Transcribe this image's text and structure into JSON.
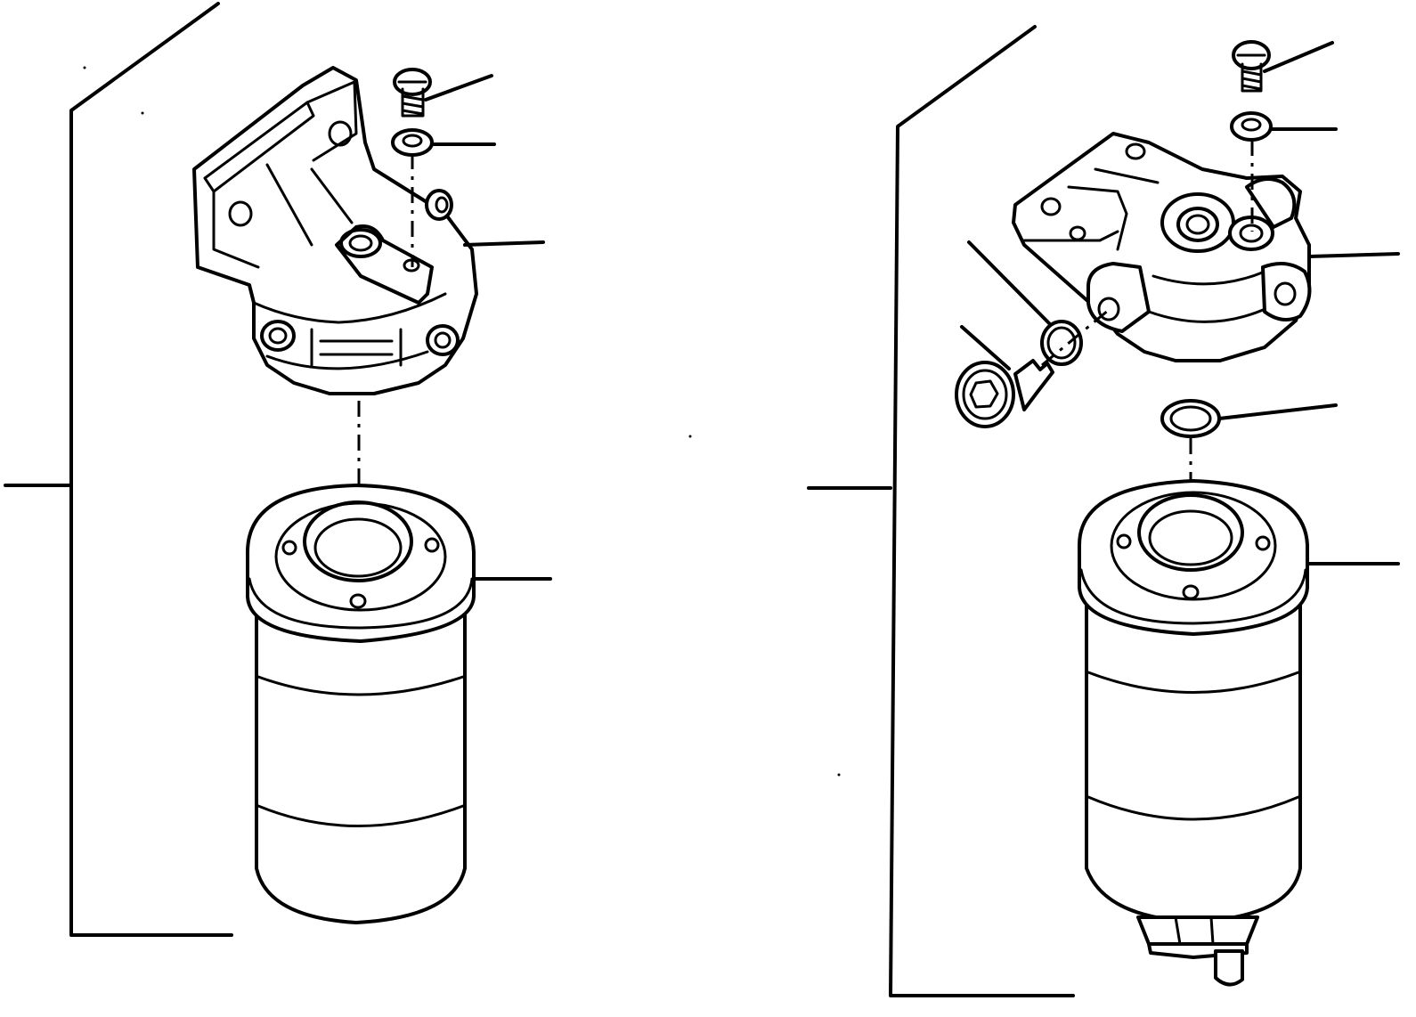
{
  "figure": {
    "views": [
      {
        "id": "left-assembly",
        "variant": "filter head with mounting bracket"
      },
      {
        "id": "right-assembly",
        "variant": "filter head with side ports and drain"
      }
    ],
    "colors": {
      "line": "#000000",
      "background": "#ffffff"
    }
  }
}
